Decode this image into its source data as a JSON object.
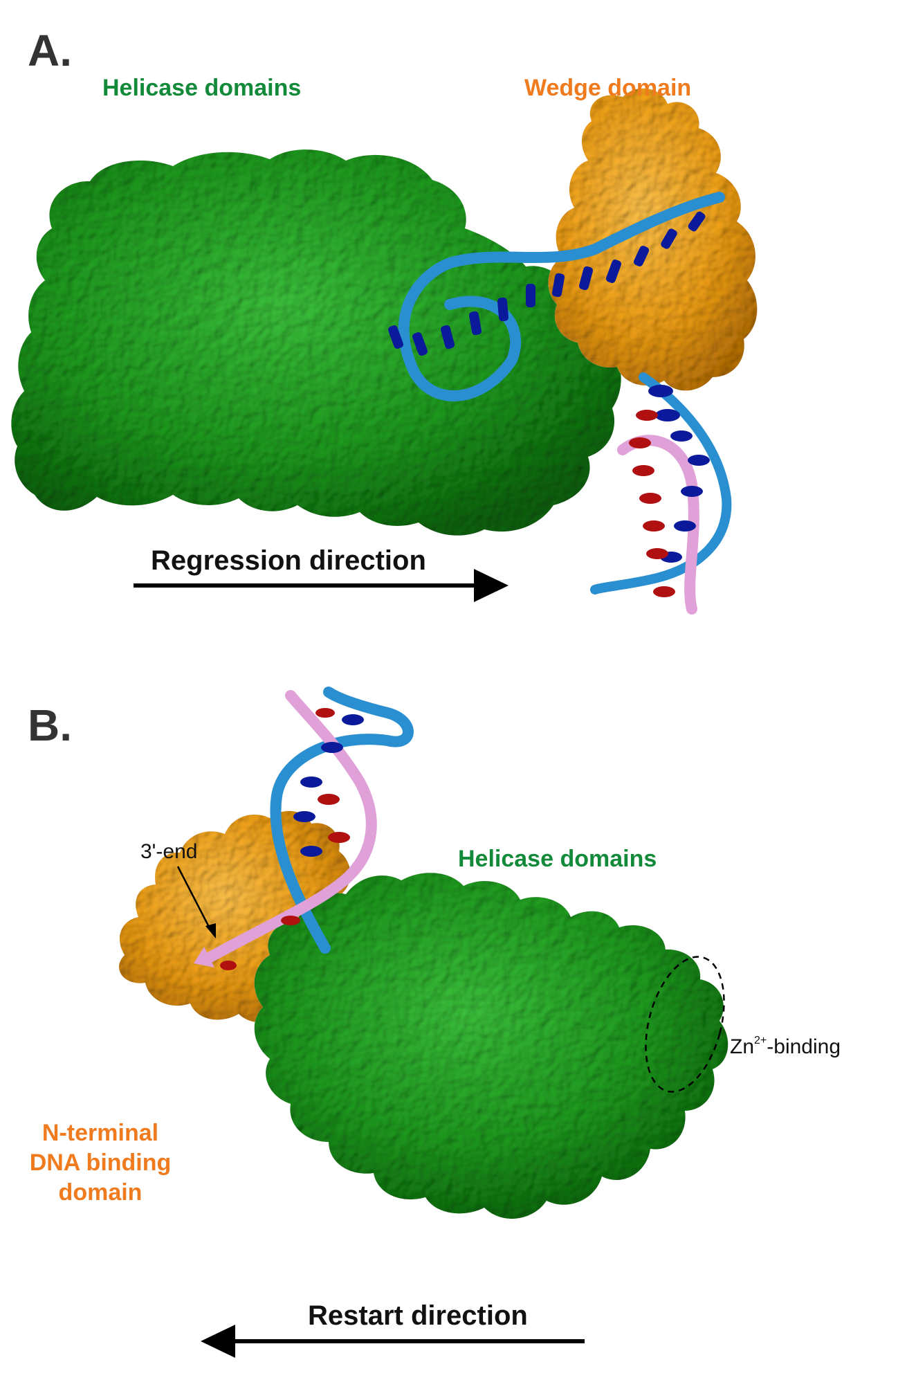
{
  "colors": {
    "helicase": "#1d9b1d",
    "helicase_dark": "#0d6a0d",
    "helicase_label": "#128a3a",
    "wedge": "#f2a41a",
    "wedge_dark": "#c07c08",
    "wedge_label": "#f07a1e",
    "strand_blue": "#2a8fd0",
    "strand_pink": "#e0a0d8",
    "base_blue": "#0a1a9a",
    "base_red": "#b01010",
    "text": "#111111"
  },
  "panel_a": {
    "letter": "A.",
    "helicase_label": "Helicase domains",
    "wedge_label": "Wedge domain",
    "direction_label": "Regression direction"
  },
  "panel_b": {
    "letter": "B.",
    "three_end_label": "3'-end",
    "helicase_label": "Helicase domains",
    "zn_label_main": "Zn",
    "zn_label_sup": "2+",
    "zn_label_rest": "-binding",
    "nterm_line1": "N-terminal",
    "nterm_line2": "DNA binding",
    "nterm_line3": "domain",
    "direction_label": "Restart direction"
  }
}
